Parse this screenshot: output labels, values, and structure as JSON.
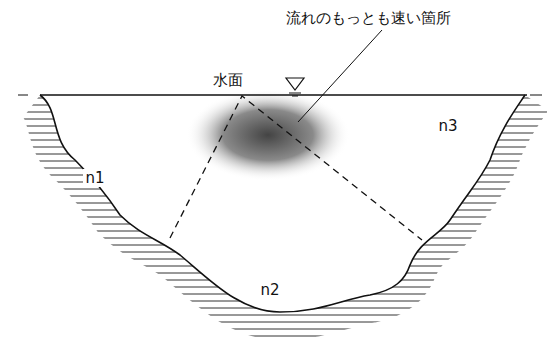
{
  "diagram": {
    "labels": [
      "流れのもっとも速い箇所",
      "水面",
      "n1",
      "n2",
      "n3"
    ]
  }
}
